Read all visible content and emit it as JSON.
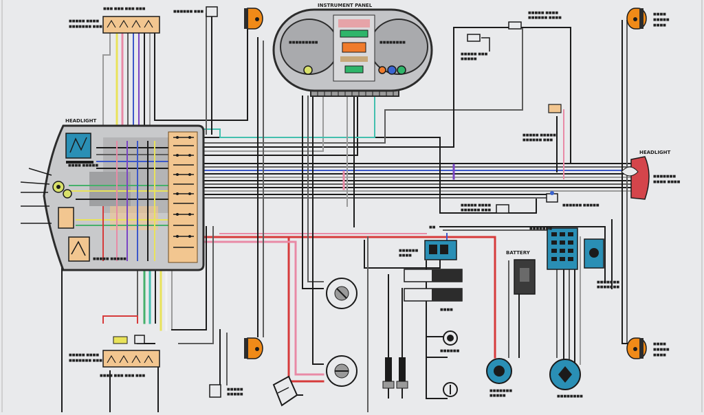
{
  "diagram": {
    "labels": {
      "instrument_panel": "INSTRUMENT PANEL",
      "headlight_left": "HEADLIGHT",
      "headlight_right": "HEADLIGHT",
      "battery": "BATTERY"
    },
    "colors": {
      "background": "#e9eaec",
      "headlamp_housing": "#2c2c2c",
      "wire_black": "#1b1b1b",
      "wire_gray": "#5c5c5c",
      "wire_lightgray": "#9a9a9a",
      "wire_white": "#f4f4f4",
      "wire_blue": "#3b57c9",
      "wire_violet": "#7a45c4",
      "wire_red": "#d63a3a",
      "wire_pink": "#e98aa6",
      "wire_yellow": "#e9e35a",
      "wire_green": "#45b06b",
      "wire_teal": "#42bfae",
      "turn_signal_orange": "#f08a18",
      "connector_tan": "#f2c690",
      "module_blue": "#2a8fb5",
      "headlight_red": "#d4454b",
      "indicator_yellow": "#d8e06a",
      "indicator_green": "#2fb56a",
      "indicator_blue": "#3a64d0",
      "indicator_orange": "#f07b2c"
    },
    "icons": [
      "headlight-icon",
      "turn-signal-icon",
      "instrument-panel-icon",
      "battery-icon",
      "coil-icon",
      "spark-plug-icon",
      "alternator-icon",
      "starter-motor-icon",
      "regulator-icon",
      "horn-icon",
      "switch-icon",
      "connector-icon",
      "taillight-icon"
    ]
  }
}
